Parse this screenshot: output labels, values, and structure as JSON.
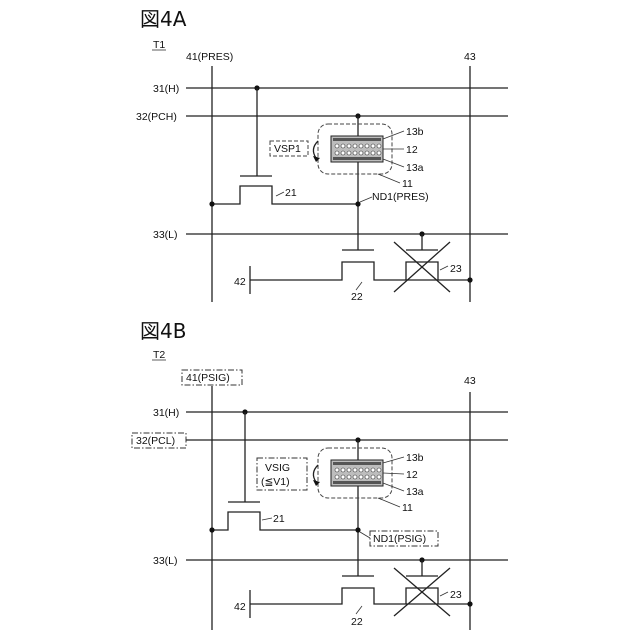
{
  "figA": {
    "title": "図4A",
    "period": "T1",
    "col41": "41(PRES)",
    "col43": "43",
    "row31": "31(H)",
    "row32": "32(PCH)",
    "row33": "33(L)",
    "row42": "42",
    "voltage": "VSP1",
    "label13b": "13b",
    "label12": "12",
    "label13a": "13a",
    "label11": "11",
    "node": "ND1(PRES)",
    "t21": "21",
    "t22": "22",
    "t23": "23"
  },
  "figB": {
    "title": "図4B",
    "period": "T2",
    "col41": "41(PSIG)",
    "col43": "43",
    "row31": "31(H)",
    "row32": "32(PCL)",
    "row33": "33(L)",
    "row42": "42",
    "voltage_line1": "VSIG",
    "voltage_line2": "(≦V1)",
    "label13b": "13b",
    "label12": "12",
    "label13a": "13a",
    "label11": "11",
    "node": "ND1(PSIG)",
    "t21": "21",
    "t22": "22",
    "t23": "23"
  }
}
